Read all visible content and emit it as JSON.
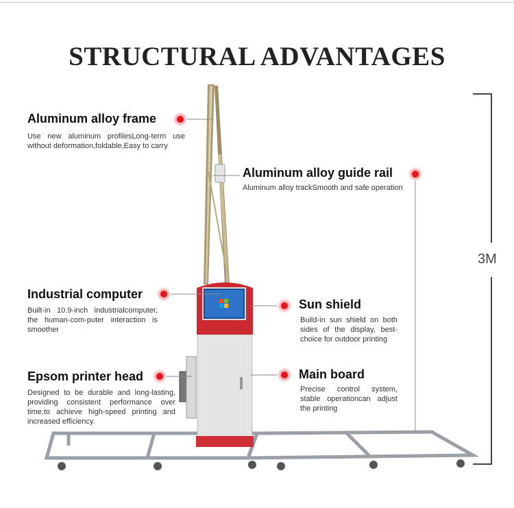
{
  "title": "STRUCTURAL ADVANTAGES",
  "dimension": "3M",
  "features": {
    "frame": {
      "title": "Aluminum alloy frame",
      "desc": "Use new aluminum profilesLong-term use without deformation,foldable,Easy to carry"
    },
    "guide_rail": {
      "title": "Aluminum alloy guide rail",
      "desc": "Aluminum alloy trackSmooth and safe operation"
    },
    "computer": {
      "title": "Industrial computer",
      "desc": "Built-in 10.9-inch industrialcomputer, the human-com-puter interaction is smoother"
    },
    "sun_shield": {
      "title": "Sun shield",
      "desc": "Build-in sun shield on both sides of the display, best-choice for outdoor printing"
    },
    "printer_head": {
      "title": "Epsom printer head",
      "desc": "Designed to be durable and long-lasting, providing consistent performance over time,to achieve high-speed printing and increased efficiency."
    },
    "main_board": {
      "title": "Main board",
      "desc": "Precise control system, stable operationcan adjust the printing"
    }
  },
  "colors": {
    "accent": "#e8141c",
    "cabinet_red": "#c8252e"
  },
  "icons": [
    "callout-dot-icon"
  ]
}
